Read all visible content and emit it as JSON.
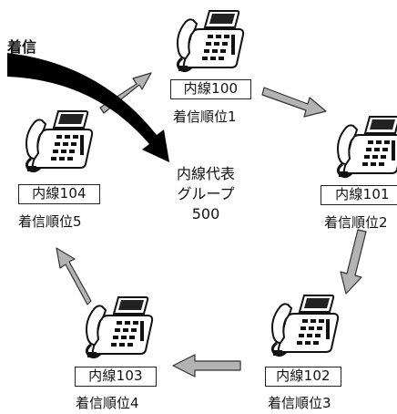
{
  "incoming_label": "着信",
  "group": {
    "title_line1": "内線代表",
    "title_line2": "グループ",
    "number": "500"
  },
  "phones": [
    {
      "ext": "内線100",
      "order": "着信順位1"
    },
    {
      "ext": "内線101",
      "order": "着信順位2"
    },
    {
      "ext": "内線102",
      "order": "着信順位3"
    },
    {
      "ext": "内線103",
      "order": "着信順位4"
    },
    {
      "ext": "内線104",
      "order": "着信順位5"
    }
  ],
  "colors": {
    "incoming_arrow": "#000000",
    "cycle_arrow": "#b3b3b3",
    "outline": "#222222"
  }
}
